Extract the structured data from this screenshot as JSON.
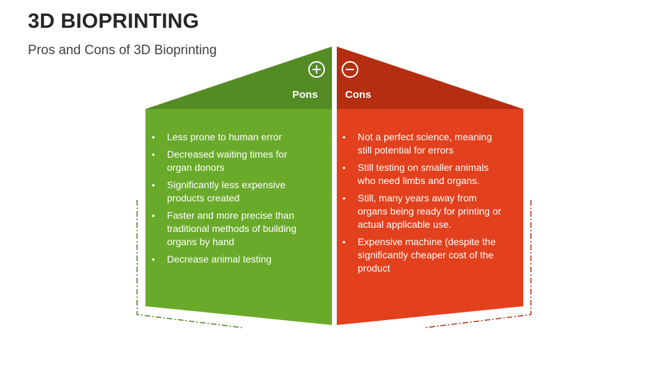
{
  "header": {
    "title": "3D BIOPRINTING",
    "subtitle": "Pros and Cons of 3D Bioprinting"
  },
  "colors": {
    "pros_body": "#6aaa2a",
    "pros_roof": "#548b24",
    "cons_body": "#e3401d",
    "cons_roof": "#b52e12",
    "title_text": "#262626"
  },
  "pros": {
    "icon": "plus-circle-icon",
    "label": "Pons",
    "items": [
      "Less prone to human error",
      "Decreased waiting times for organ donors",
      "Significantly less expensive products created",
      "Faster and more precise than traditional methods of building organs by hand",
      "Decrease animal testing"
    ]
  },
  "cons": {
    "icon": "minus-circle-icon",
    "label": "Cons",
    "items": [
      "Not a perfect science, meaning still potential for errors",
      "Still testing on smaller animals who need limbs and organs.",
      "Still, many years away from organs being ready for printing or actual applicable use.",
      "Expensive machine (despite the significantly cheaper cost of the product"
    ]
  }
}
